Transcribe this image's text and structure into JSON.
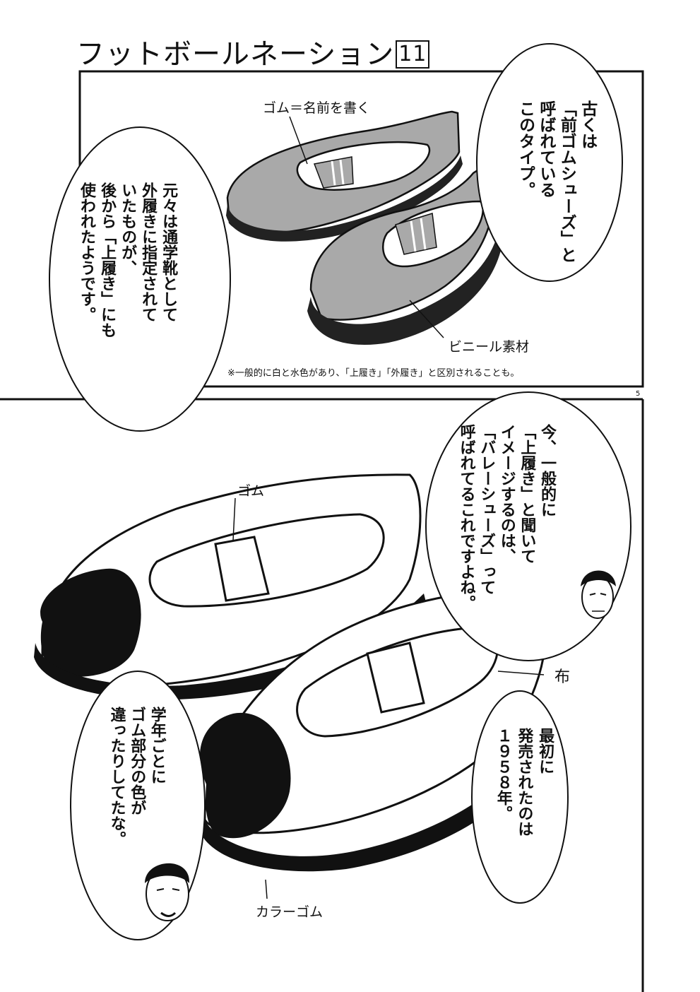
{
  "header": {
    "title": "フットボールネーション",
    "volume": "11"
  },
  "page_number": "5",
  "panel_top": {
    "bubble_right": "古くは\n「前ゴムシューズ」と\n呼ばれている\nこのタイプ。",
    "bubble_left": "元々は通学靴として\n外履きに指定されて\nいたものが、\n後から「上履き」にも\n使われたようです。",
    "label_rubber": "ゴム＝名前を書く",
    "label_vinyl": "ビニール素材",
    "note": "※一般的に白と水色があり、「上履き」「外履き」と区別されることも。"
  },
  "panel_bottom": {
    "bubble_top": "今、一般的に\n「上履き」と聞いて\nイメージするのは、\n「バレーシューズ」って\n呼ばれてるこれですよね。",
    "bubble_left": "学年ごとに\nゴム部分の色が\n違ったりしてたな。",
    "bubble_right": "最初に\n発売されたのは\n１９５８年。",
    "label_rubber": "ゴム",
    "label_cloth": "布",
    "label_color_rubber": "カラーゴム"
  }
}
